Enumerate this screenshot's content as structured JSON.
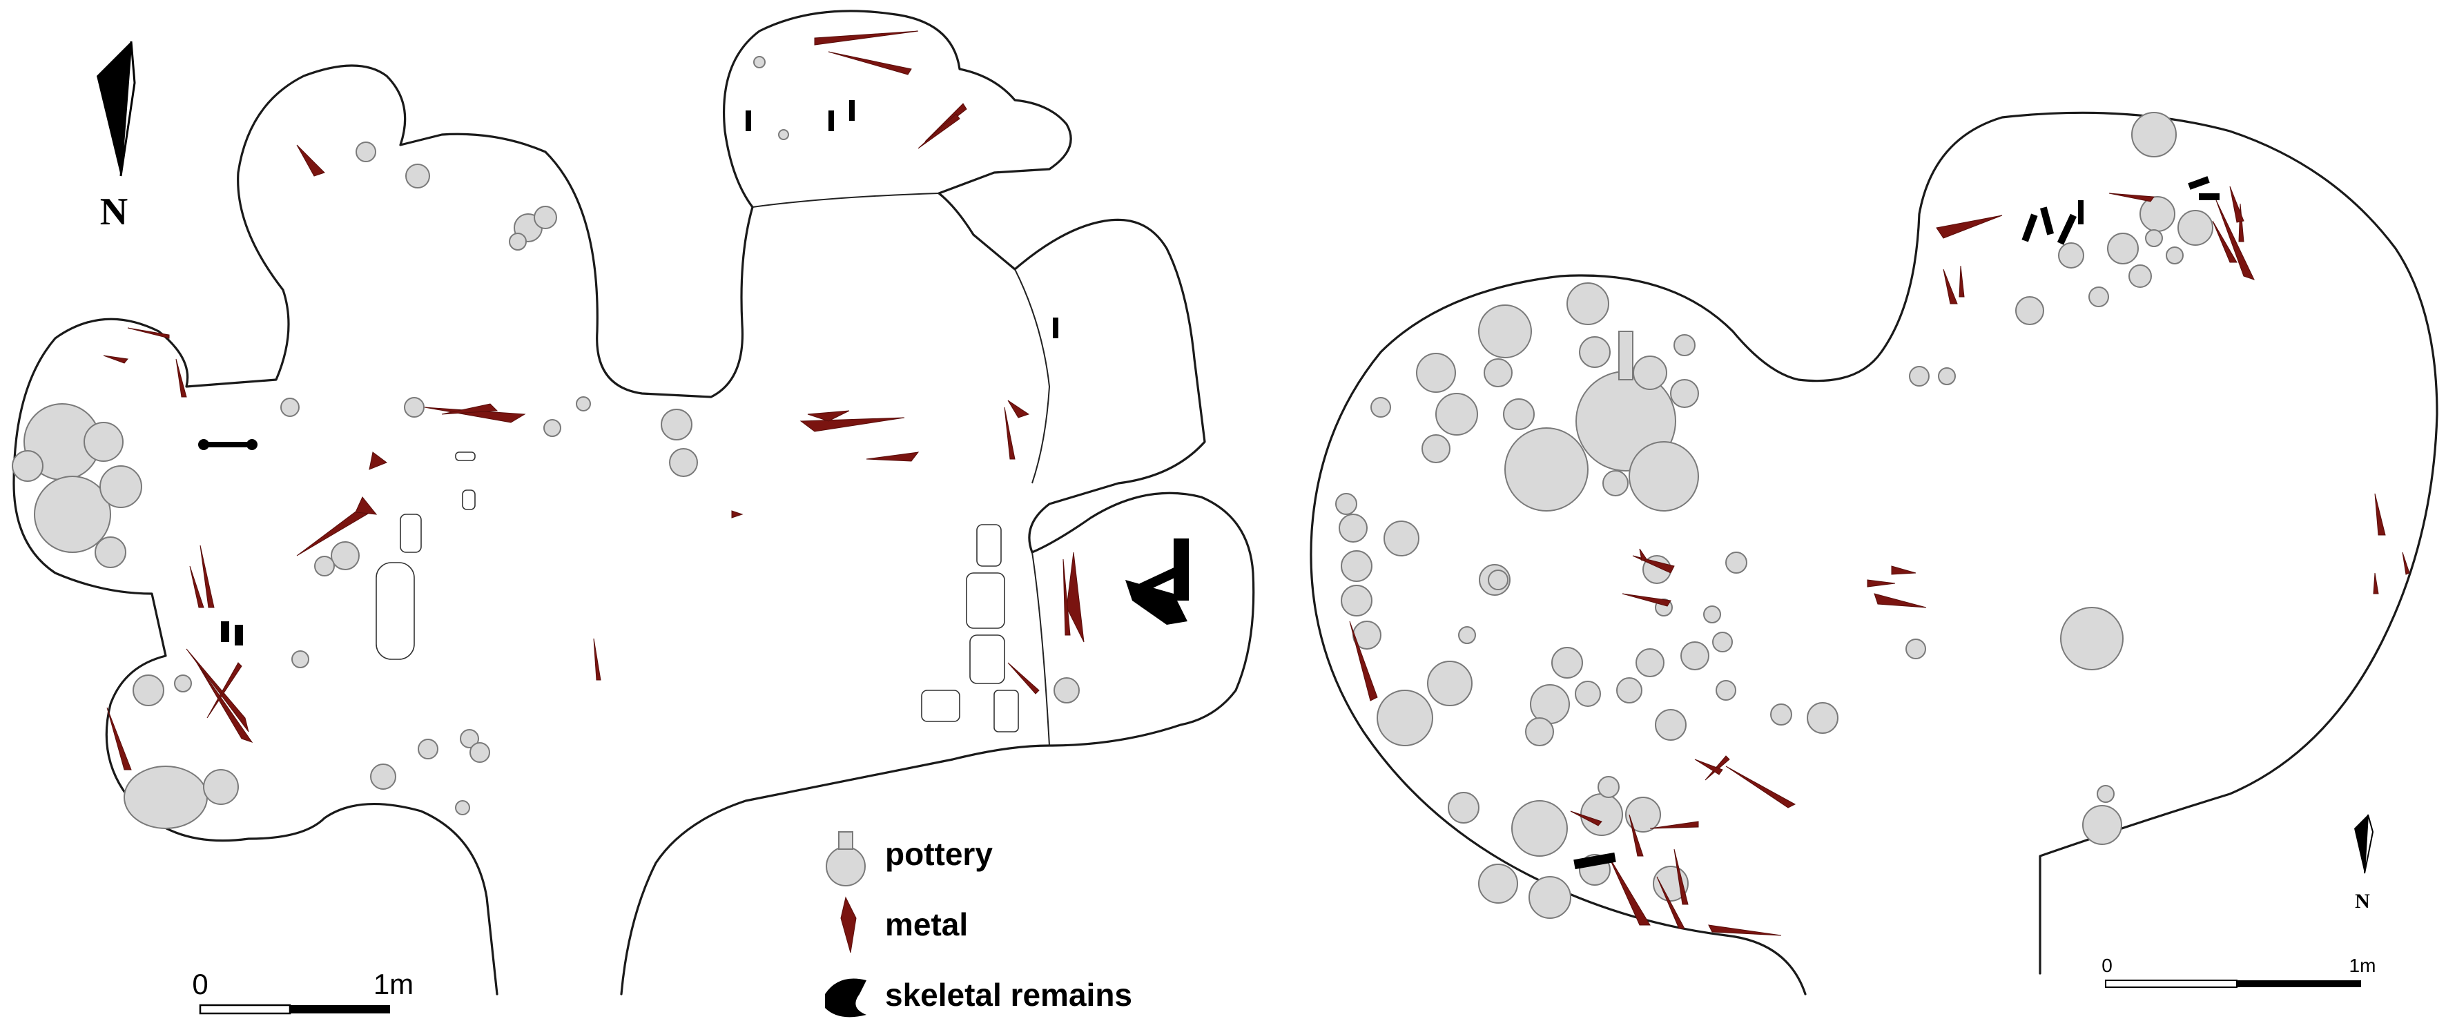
{
  "left_plan": {
    "north_label": "N",
    "scale": {
      "start": "0",
      "end": "1m"
    }
  },
  "legend": {
    "items": [
      {
        "label": "pottery",
        "icon": "pottery-icon",
        "color": "#d9d9d9"
      },
      {
        "label": "metal",
        "icon": "metal-icon",
        "color": "#7a1410"
      },
      {
        "label": "skeletal remains",
        "icon": "bone-icon",
        "color": "#000000"
      }
    ]
  },
  "right_plan": {
    "north_label": "N",
    "scale": {
      "start": "0",
      "end": "1m"
    }
  }
}
